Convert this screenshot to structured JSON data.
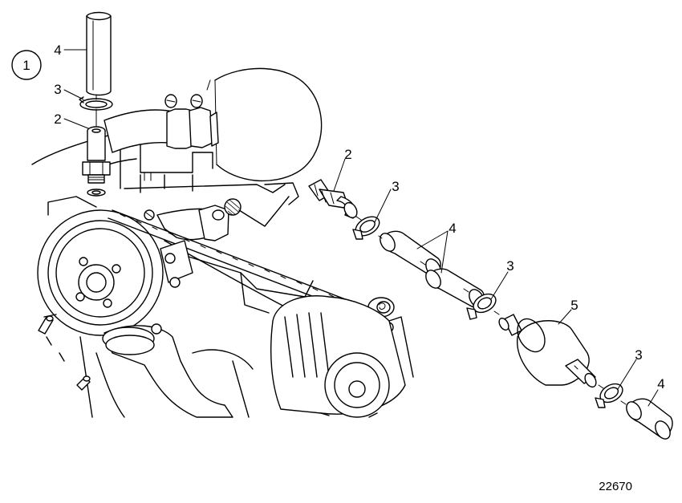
{
  "figure": {
    "view_marker": "1",
    "reference_number": "22670",
    "callouts": [
      {
        "id": "c4-vertical-hose",
        "label": "4"
      },
      {
        "id": "c3-vertical-clamp",
        "label": "3"
      },
      {
        "id": "c2-vertical-nipple",
        "label": "2"
      },
      {
        "id": "c2-angled-nipple",
        "label": "2"
      },
      {
        "id": "c3-upper-clamp",
        "label": "3"
      },
      {
        "id": "c4-hose-pair",
        "label": "4"
      },
      {
        "id": "c3-middle-clamp",
        "label": "3"
      },
      {
        "id": "c5-filter",
        "label": "5"
      },
      {
        "id": "c3-lower-clamp",
        "label": "3"
      },
      {
        "id": "c4-lower-hose",
        "label": "4"
      }
    ]
  }
}
